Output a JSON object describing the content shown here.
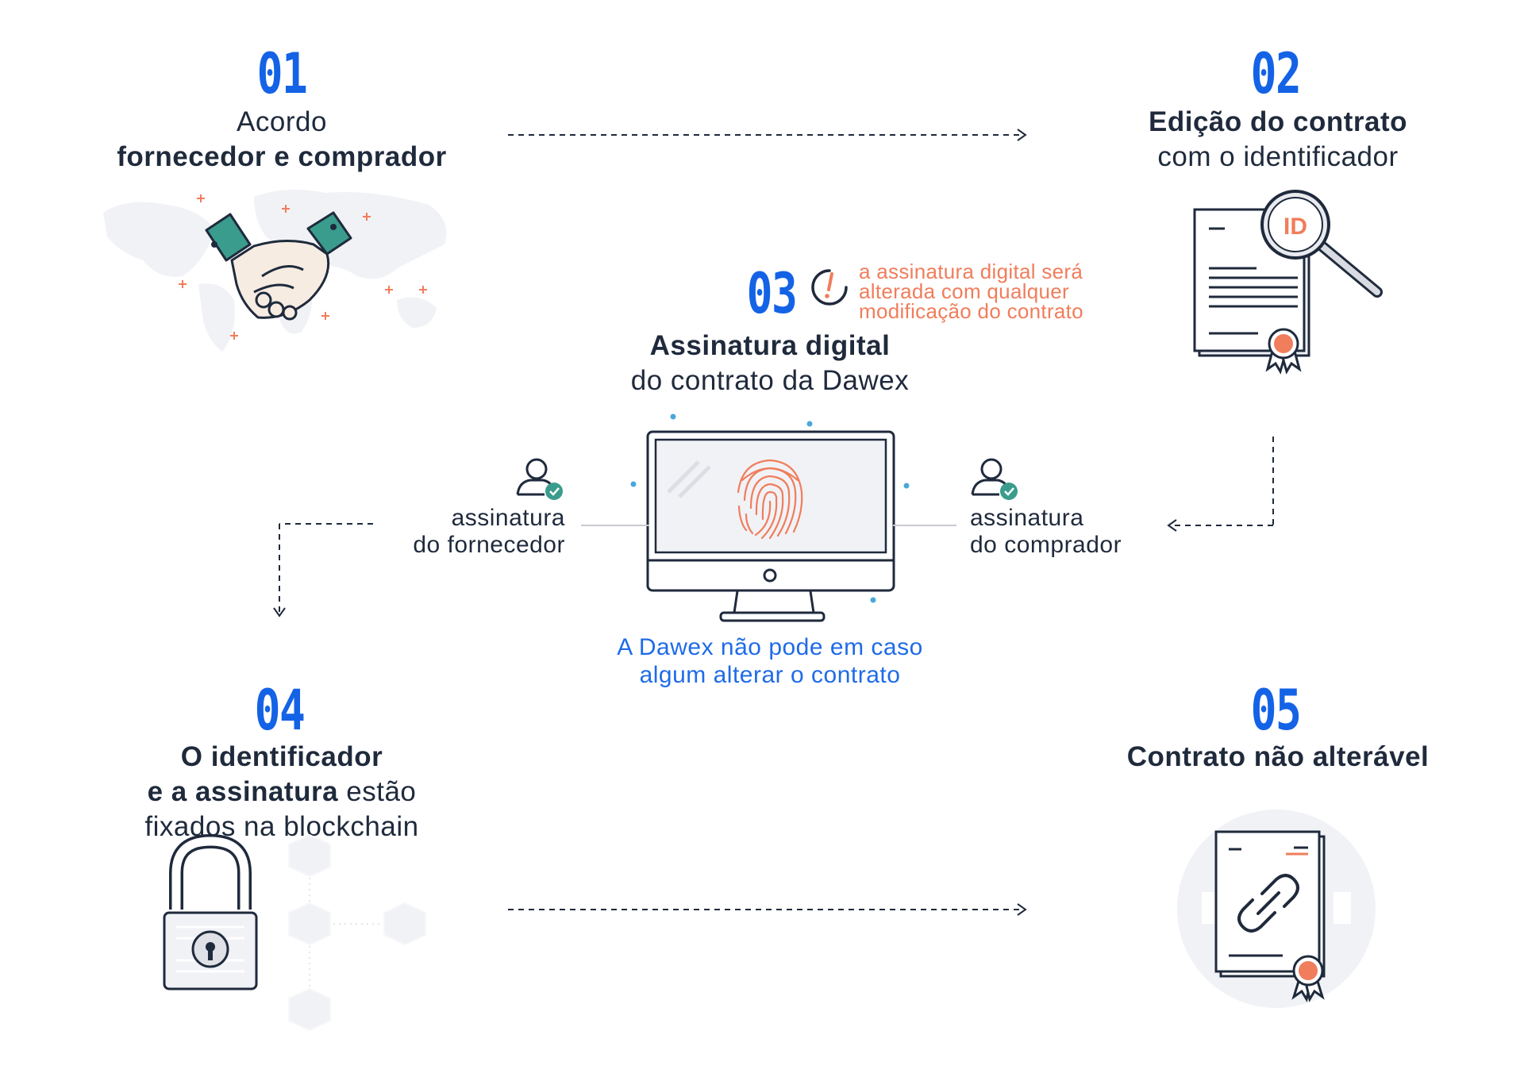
{
  "steps": [
    {
      "number": "01",
      "line1": "Acordo",
      "line2": "fornecedor e comprador"
    },
    {
      "number": "02",
      "line1": "Edição do contrato",
      "line2": "com o identificador"
    },
    {
      "number": "03",
      "line1": "Assinatura digital",
      "line2": "do contrato da Dawex"
    },
    {
      "number": "04",
      "line1a": "O identificador",
      "line2a": "e a assinatura",
      "line2b": " estão",
      "line3": "fixados na blockchain"
    },
    {
      "number": "05",
      "line1": "Contrato não alterável"
    }
  ],
  "warning": {
    "line1": "a assinatura digital será",
    "line2": "alterada com qualquer",
    "line3": "modificação do contrato"
  },
  "supplier_signature": {
    "line1": "assinatura",
    "line2": "do fornecedor"
  },
  "buyer_signature": {
    "line1": "assinatura",
    "line2": "do comprador"
  },
  "note": {
    "line1": "A Dawex não pode em caso",
    "line2": "algum alterar o contrato"
  },
  "id_badge": "ID",
  "icons": {
    "handshake": "handshake-icon",
    "document_search": "document-magnifier-icon",
    "computer": "fingerprint-monitor-icon",
    "lock": "padlock-icon",
    "contract": "chain-link-contract-icon",
    "user_check": "user-check-icon",
    "alert": "clock-alert-icon"
  },
  "colors": {
    "blue": "#1463e6",
    "dark": "#1f2a3c",
    "orange": "#f07d5b",
    "teal": "#3a9c8c"
  }
}
